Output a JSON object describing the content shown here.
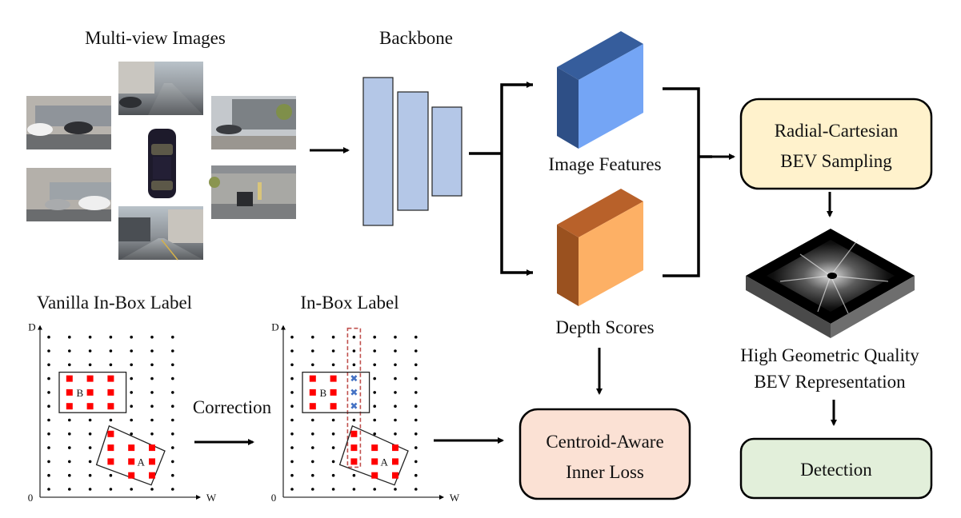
{
  "title_multiview": "Multi-view Images",
  "title_backbone": "Backbone",
  "label_image_features": "Image Features",
  "label_depth_scores": "Depth Scores",
  "box_sampling": {
    "line1": "Radial-Cartesian",
    "line2": "BEV Sampling"
  },
  "label_bev": {
    "line1": "High Geometric Quality",
    "line2": "BEV Representation"
  },
  "box_detection": "Detection",
  "box_loss": {
    "line1": "Centroid-Aware",
    "line2": "Inner Loss"
  },
  "title_vanilla": "Vanilla In-Box Label",
  "title_inbox": "In-Box Label",
  "label_correction": "Correction",
  "axis": {
    "y": "D",
    "x": "W",
    "origin": "0"
  },
  "box_labels": {
    "a": "A",
    "b": "B"
  },
  "grid": {
    "columns": 7,
    "rows": 12,
    "vanilla_positive_cells": [
      [
        1,
        3
      ],
      [
        2,
        3
      ],
      [
        3,
        3
      ],
      [
        1,
        4
      ],
      [
        2,
        4
      ],
      [
        3,
        4
      ],
      [
        1,
        5
      ],
      [
        2,
        5
      ],
      [
        3,
        5
      ],
      [
        3,
        7
      ],
      [
        3,
        8
      ],
      [
        4,
        8
      ],
      [
        5,
        8
      ],
      [
        3,
        9
      ],
      [
        4,
        9
      ],
      [
        5,
        9
      ],
      [
        4,
        10
      ],
      [
        5,
        10
      ]
    ],
    "corrected_positive_cells": [
      [
        1,
        3
      ],
      [
        2,
        3
      ],
      [
        1,
        4
      ],
      [
        2,
        4
      ],
      [
        1,
        5
      ],
      [
        2,
        5
      ],
      [
        3,
        7
      ],
      [
        3,
        8
      ],
      [
        4,
        8
      ],
      [
        5,
        8
      ],
      [
        3,
        9
      ],
      [
        4,
        9
      ],
      [
        5,
        9
      ],
      [
        4,
        10
      ],
      [
        5,
        10
      ]
    ],
    "corrected_removed_cells": [
      [
        3,
        3
      ],
      [
        3,
        4
      ],
      [
        3,
        5
      ]
    ],
    "highlight_column": 3
  },
  "colors": {
    "backbone_fill": "#b4c7e7",
    "feature_front": "#74a5f5",
    "feature_side": "#2e4f86",
    "feature_top": "#365d9c",
    "depth_front": "#fdb065",
    "depth_side": "#9a511f",
    "depth_top": "#b8612a",
    "sampling_fill": "#fff2cc",
    "loss_fill": "#fbe1d4",
    "detection_fill": "#e2efda",
    "positive": "#ff0000",
    "removed": "#4472c4",
    "highlight": "#c0504d"
  },
  "camera_views": [
    "front",
    "front-left",
    "front-right",
    "back-left",
    "back-right",
    "back"
  ]
}
